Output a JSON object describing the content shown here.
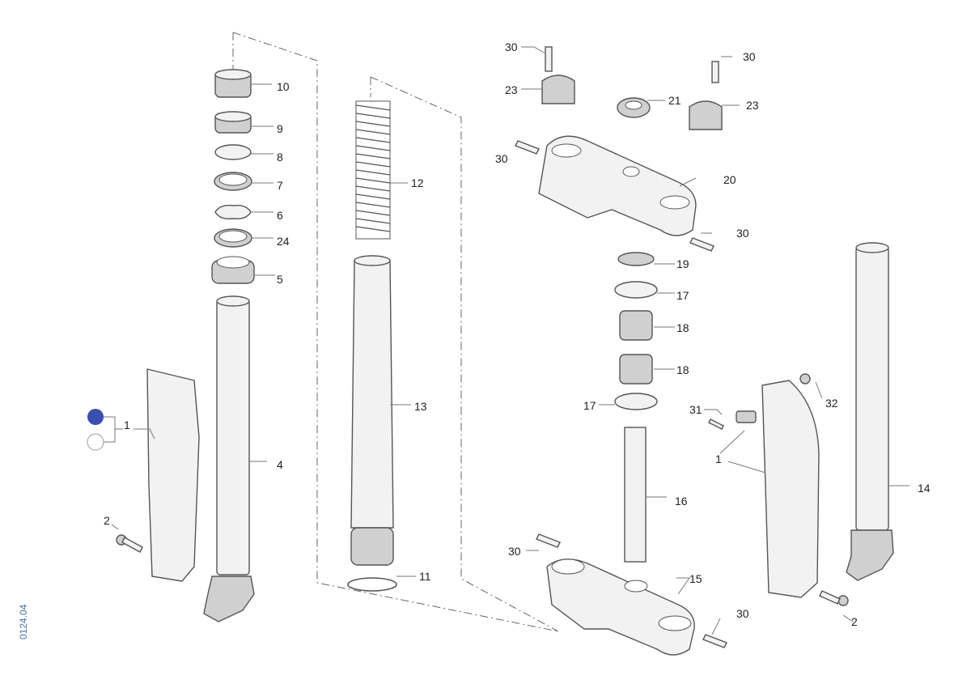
{
  "diagram_code": "0124.04",
  "colors": {
    "variant_filled": "#3a4fb0",
    "variant_empty": "#ffffff"
  },
  "labels": {
    "l10": "10",
    "l9": "9",
    "l8": "8",
    "l7": "7",
    "l6": "6",
    "l24": "24",
    "l5": "5",
    "l4": "4",
    "l1a": "1",
    "l2a": "2",
    "l12": "12",
    "l13": "13",
    "l11": "11",
    "l30a": "30",
    "l23a": "23",
    "l21": "21",
    "l30b": "30",
    "l23b": "23",
    "l30c": "30",
    "l20": "20",
    "l30d": "30",
    "l19": "19",
    "l17a": "17",
    "l18a": "18",
    "l18b": "18",
    "l17b": "17",
    "l31": "31",
    "l32": "32",
    "l1b": "1",
    "l16": "16",
    "l14": "14",
    "l30e": "30",
    "l15": "15",
    "l30f": "30",
    "l2b": "2"
  }
}
